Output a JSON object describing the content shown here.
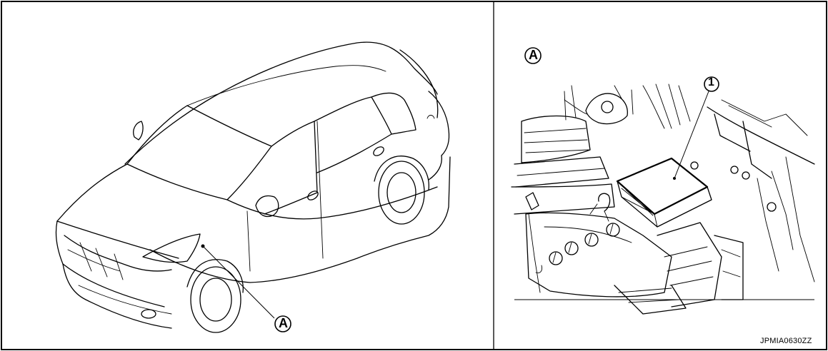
{
  "labels": {
    "vehicle_callout": "A",
    "detail_callout": "A",
    "part_number": "1"
  },
  "image_code": "JPMIA0630ZZ",
  "colors": {
    "line": "#000000",
    "background": "#ffffff"
  }
}
